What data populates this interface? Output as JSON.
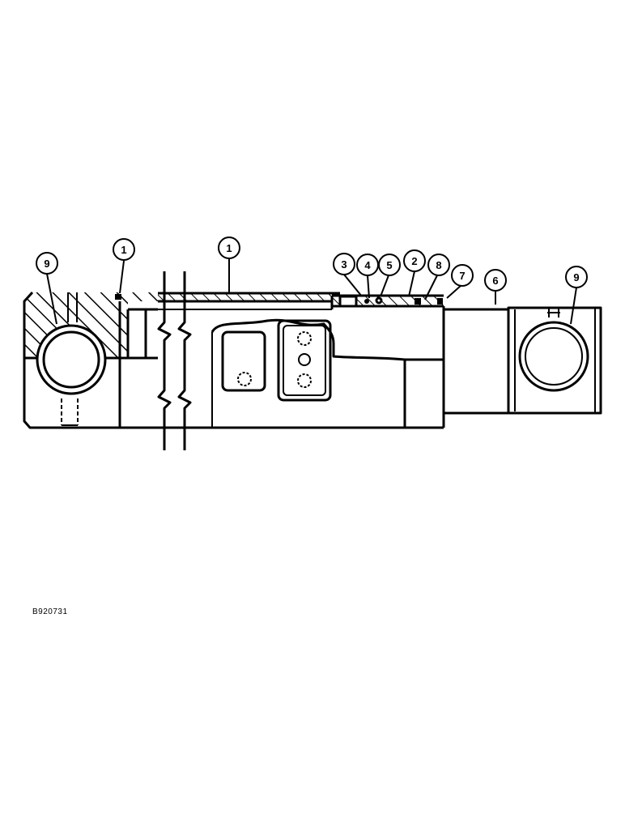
{
  "callouts": [
    {
      "id": "c1",
      "label": "9"
    },
    {
      "id": "c2",
      "label": "1"
    },
    {
      "id": "c3",
      "label": "1"
    },
    {
      "id": "c4",
      "label": "3"
    },
    {
      "id": "c5",
      "label": "4"
    },
    {
      "id": "c6",
      "label": "5"
    },
    {
      "id": "c7",
      "label": "2"
    },
    {
      "id": "c8",
      "label": "8"
    },
    {
      "id": "c9",
      "label": "7"
    },
    {
      "id": "c10",
      "label": "6"
    },
    {
      "id": "c11",
      "label": "9"
    }
  ],
  "figure_code": "B920731",
  "colors": {
    "ink": "#000000",
    "paper": "#ffffff"
  }
}
